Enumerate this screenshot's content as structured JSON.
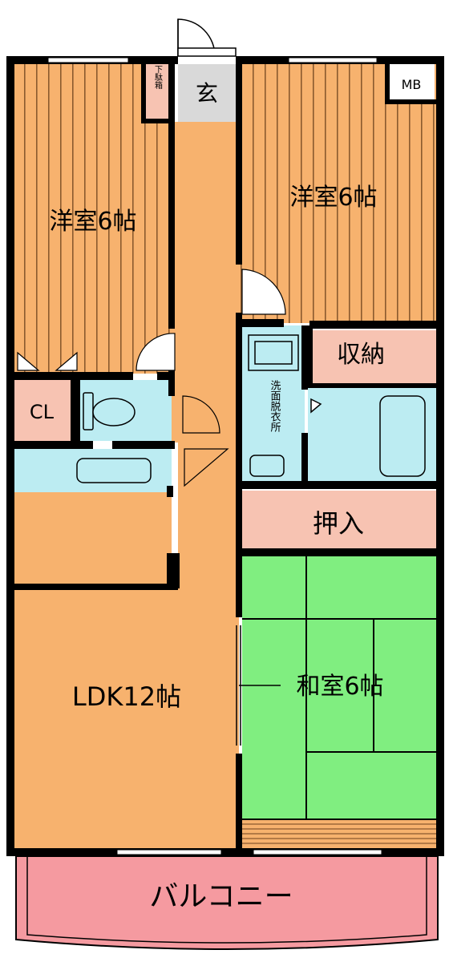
{
  "rooms": {
    "western_left": "洋室6帖",
    "western_right": "洋室6帖",
    "entrance": "玄",
    "shoe_box": "下駄箱",
    "meter_box": "MB",
    "closet": "CL",
    "storage": "収納",
    "washroom": "洗面脱衣所",
    "oshiire": "押入",
    "ldk": "LDK12帖",
    "japanese": "和室6帖",
    "balcony": "バルコニー"
  },
  "colors": {
    "wood_floor": "#f7b26e",
    "floor_line": "#8a5a2e",
    "tile_wet": "#bcecf2",
    "storage_pink": "#f7c3b2",
    "tatami_green": "#80ee80",
    "balcony_pink": "#f59aa0",
    "entrance_gray": "#d9d9d9",
    "wall": "#000000"
  }
}
